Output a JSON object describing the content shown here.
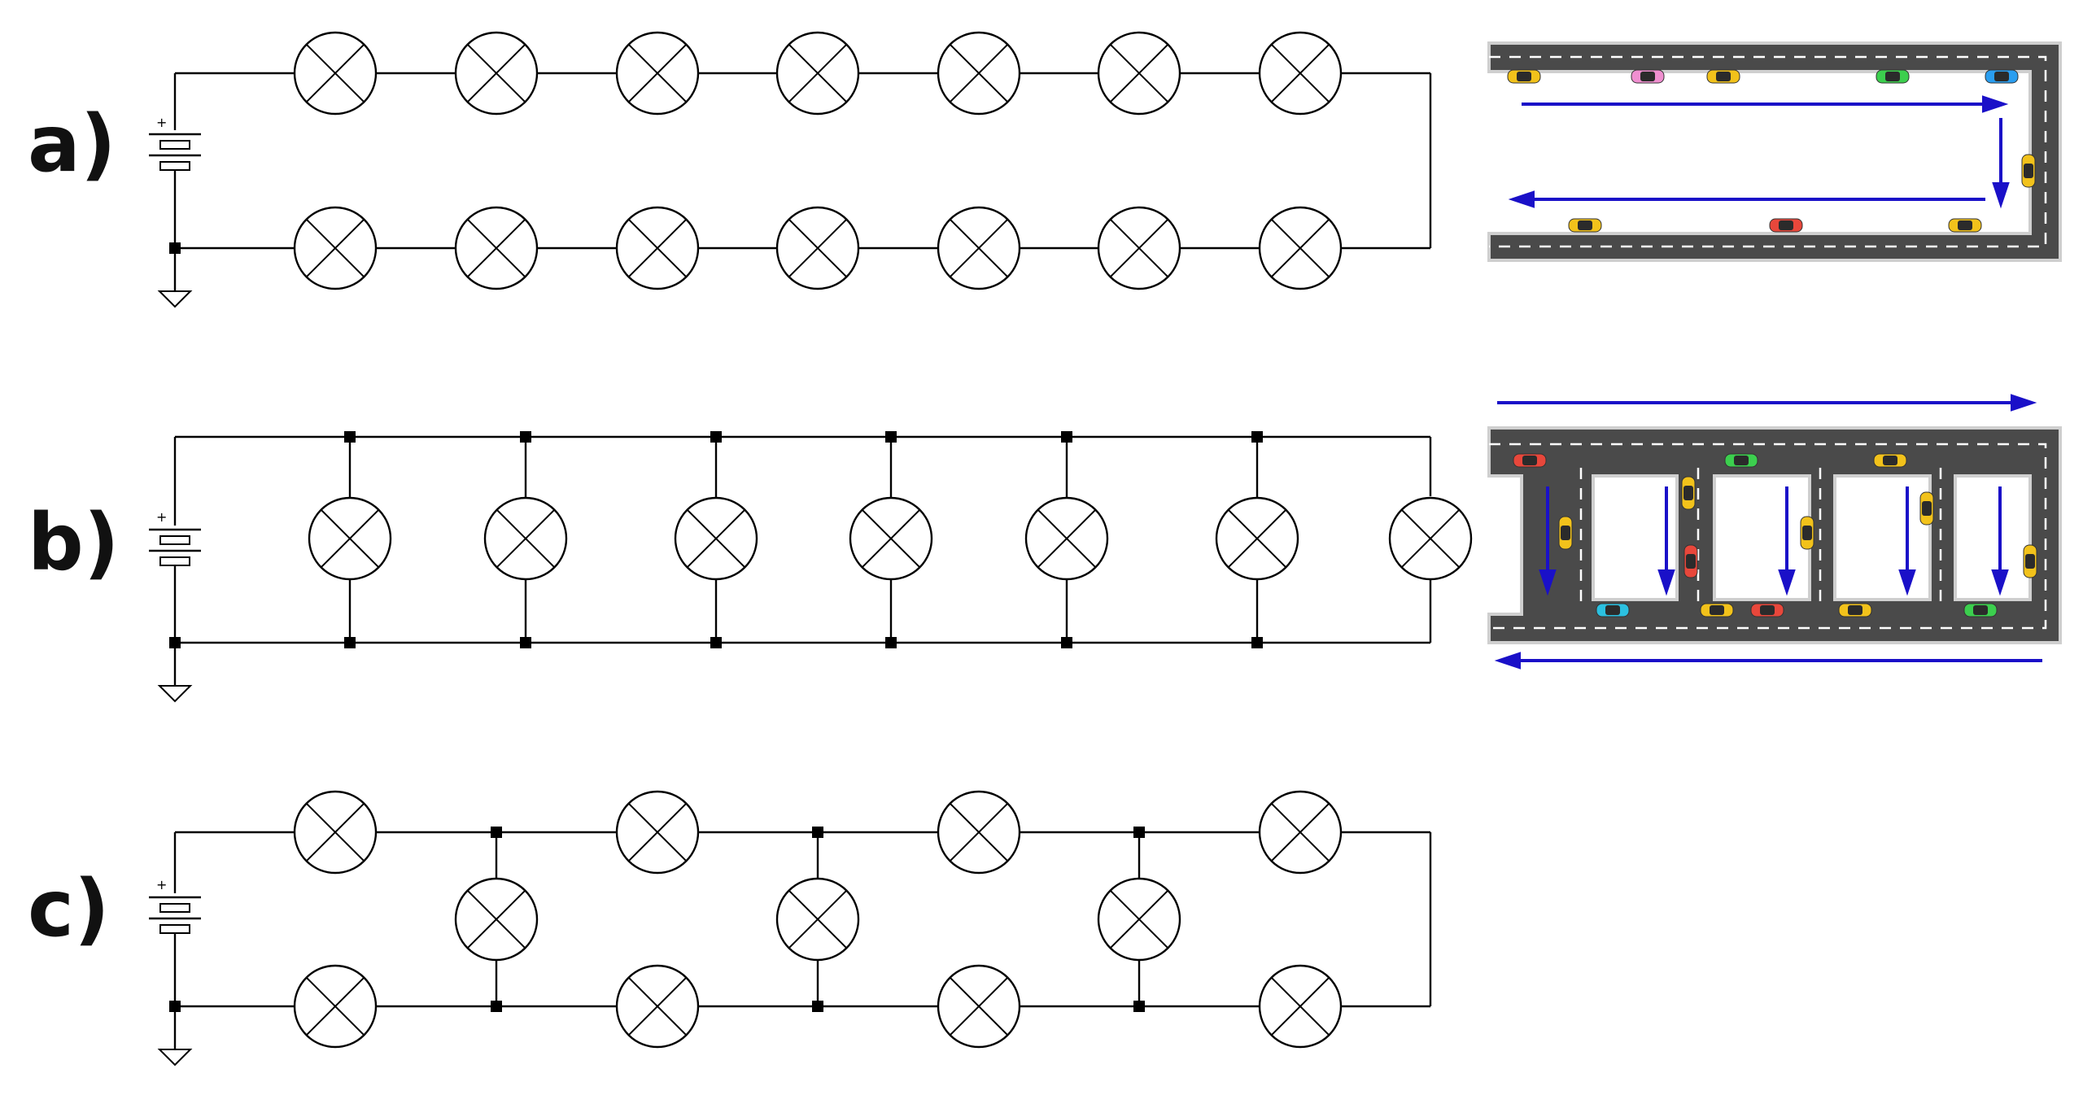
{
  "panels": [
    {
      "id": "a",
      "label": "a)"
    },
    {
      "id": "b",
      "label": "b)"
    },
    {
      "id": "c",
      "label": "c)"
    }
  ],
  "battery": {
    "polarity_mark": "+"
  },
  "roads": {
    "asphalt_color": "#4a4a4a",
    "curb_color": "#cfcfcf",
    "lane_marking_color": "#ffffff",
    "arrow_color": "#1a10c8"
  },
  "car_colors": {
    "a": [
      "#f2c21b",
      "#f08fd0",
      "#f2c21b",
      "#3ccf4e",
      "#2a9ef0",
      "#f2c21b",
      "#f2c21b",
      "#e8473b",
      "#f2c21b"
    ],
    "b": [
      "#e8473b",
      "#3ccf4e",
      "#f2c21b",
      "#f2c21b",
      "#f2c21b",
      "#e8473b",
      "#f2c21b",
      "#f2c21b",
      "#f2c21b",
      "#2bc0e0",
      "#f2c21b",
      "#e8473b",
      "#f2c21b",
      "#3ccf4e"
    ]
  }
}
